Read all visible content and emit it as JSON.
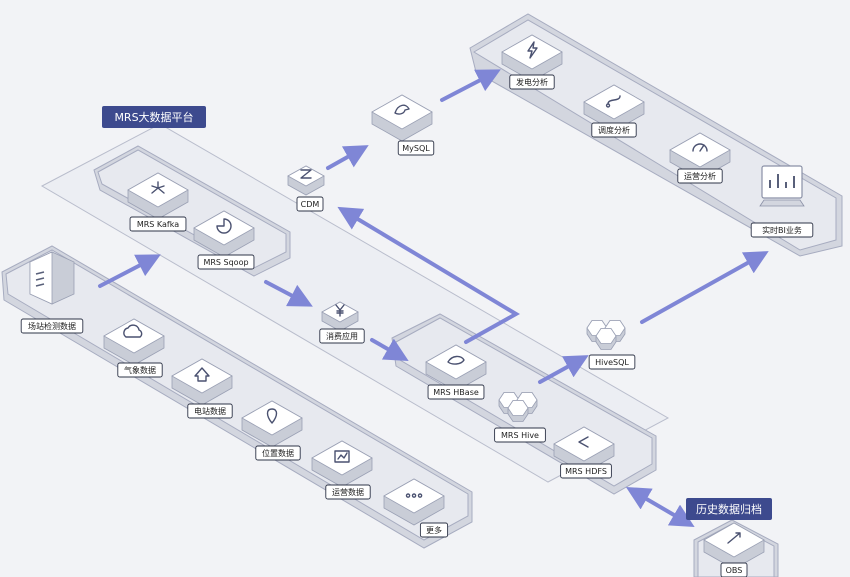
{
  "tags": {
    "mrs_platform": "MRS大数据平台",
    "archive": "历史数据归档"
  },
  "nodes": {
    "site_detection": "场站检测数据",
    "weather": "气象数据",
    "station": "电站数据",
    "location": "位置数据",
    "operations_data": "运营数据",
    "more": "更多",
    "kafka": "MRS Kafka",
    "sqoop": "MRS Sqoop",
    "cdm": "CDM",
    "mysql": "MySQL",
    "consume_app": "消费应用",
    "hbase": "MRS HBase",
    "hive": "MRS Hive",
    "hdfs": "MRS HDFS",
    "hivesql": "HiveSQL",
    "obs": "OBS",
    "power_analysis": "发电分析",
    "dispatch_analysis": "调度分析",
    "ops_analysis": "运营分析",
    "realtime_bi": "实时BI业务"
  },
  "colors": {
    "arrow": "#7f86d6",
    "tag_bg": "#3d4a8e",
    "tile_top": "#ffffff",
    "tile_side": "#c9cdd7",
    "tray_fill": "#e7e9ef",
    "tray_stroke": "#a7acc0"
  },
  "icons": {
    "weather": "cloud-icon",
    "station": "home-icon",
    "location": "pin-icon",
    "operations_data": "chart-icon",
    "more": "dots-icon",
    "kafka": "network-icon",
    "sqoop": "pie-icon",
    "cdm": "cdm-icon",
    "mysql": "dolphin-icon",
    "consume_app": "yen-icon",
    "hbase": "whale-icon",
    "hdfs": "share-icon",
    "obs": "upload-icon",
    "power_analysis": "lightning-icon",
    "dispatch_analysis": "route-icon",
    "ops_analysis": "gauge-icon",
    "realtime_bi": "monitor-icon"
  }
}
